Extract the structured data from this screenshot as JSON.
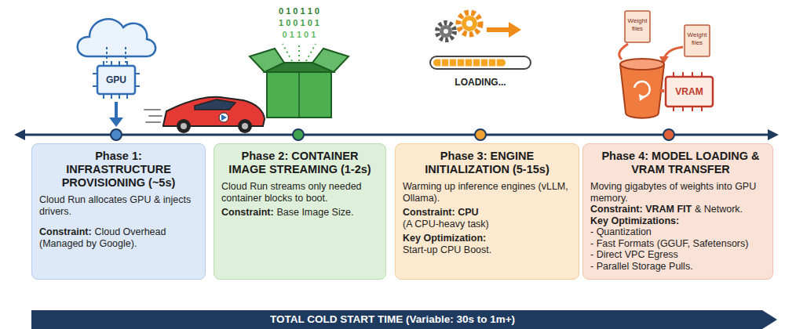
{
  "diagram": {
    "nodes": [
      {
        "text": [
          "Phase 1: INFRASTRUCTURE PROVISIONING (~5s)",
          "Cloud Run allocates GPU & injects drivers.",
          "Constraint:",
          "Cloud Overhead (Managed by Google)."
        ]
      },
      {
        "text": [
          "Phase 2: CONTAINER IMAGE STREAMING (1-2s)",
          "Cloud Run streams only needed container blocks to boot.",
          "Constraint:",
          "Base Image Size."
        ]
      },
      {
        "text": [
          "Phase 3: ENGINE INITIALIZATION (5-15s)",
          "Warming up inference engines (vLLM, Ollama).",
          "Constraint: CPU",
          "(A CPU-heavy task)",
          "Key Optimization:",
          "Start-up CPU Boost."
        ]
      },
      {
        "text": [
          "Phase 4: MODEL LOADING & VRAM TRANSFER",
          "Moving gigabytes of weights into GPU memory.",
          "Constraint: VRAM FIT",
          "& Network.",
          "Key Optimizations:",
          "- Quantization",
          "- Fast Formats (GGUF, Safetensors)",
          "- Direct VPC Egress",
          "- Parallel Storage Pulls."
        ]
      },
      {
        "text": [
          "TOTAL COLD START TIME (Variable: 30s to 1m+)"
        ]
      }
    ],
    "labels": [
      "GPU",
      "0 1 0 1 1 0",
      "1 0 0 1 0 1",
      "0 1 1 0 1",
      "LOADING...",
      "Weight files",
      "Weight files",
      "VRAM"
    ]
  }
}
